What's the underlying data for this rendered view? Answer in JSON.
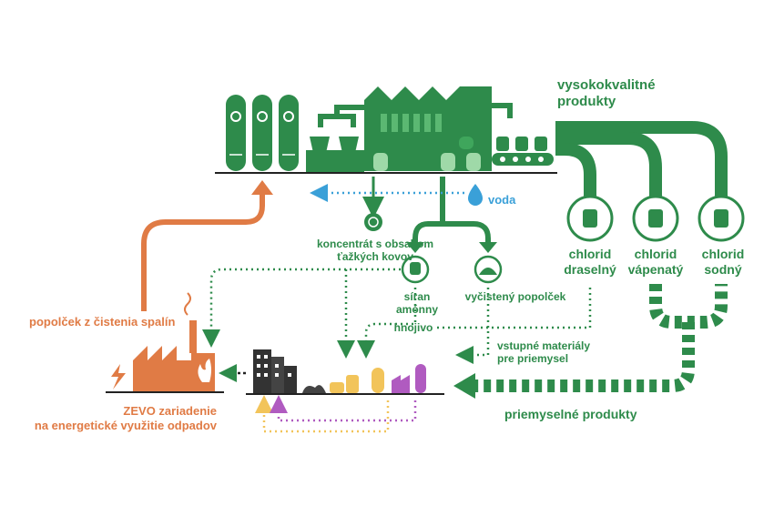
{
  "labels": {
    "high_quality_products_line1": "vysokokvalitné",
    "high_quality_products_line2": "produkty",
    "water": "voda",
    "heavy_metals_line1": "koncentrát s obsahom",
    "heavy_metals_line2": "ťažkých kovov",
    "ammonium_sulfate_line1": "síran",
    "ammonium_sulfate_line2": "amónny",
    "cleaned_ash": "vyčistený popolček",
    "fertilizer": "hnojivo",
    "flue_ash": "popolček z čistenia spalín",
    "zevo_line1": "ZEVO zariadenie",
    "zevo_line2": "na energetické využitie odpadov",
    "input_materials_line1": "vstupné materiály",
    "input_materials_line2": "pre priemysel",
    "industrial_products": "priemyselné produkty"
  },
  "chlorides": [
    {
      "line1": "chlorid",
      "line2": "draselný"
    },
    {
      "line1": "chlorid",
      "line2": "vápenatý"
    },
    {
      "line1": "chlorid",
      "line2": "sodný"
    }
  ],
  "colors": {
    "green": "#2e8b4b",
    "blue": "#3aa0d8",
    "orange": "#e07b45",
    "yellow": "#f2c45a",
    "purple": "#b05bc0",
    "dark": "#222222"
  },
  "icons": [
    "recycle-icon",
    "water-drop-icon",
    "barrel-icon",
    "fire-icon",
    "lightning-icon",
    "factory-icon",
    "city-icon"
  ]
}
